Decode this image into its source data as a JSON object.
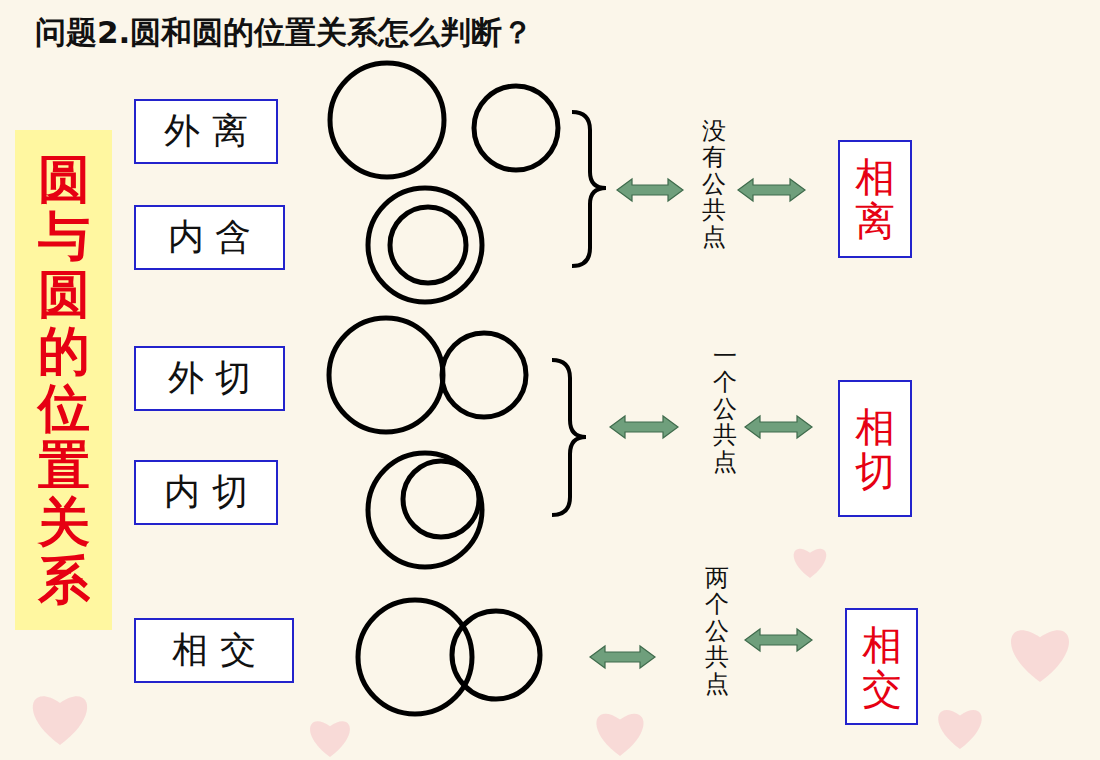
{
  "diagram": {
    "title": "问题2.圆和圆的位置关系怎么判断？",
    "nodes": [
      {
        "text": [
          "圆与圆的位置关系"
        ]
      },
      {
        "text": [
          "外 离"
        ]
      },
      {
        "text": [
          "内 含"
        ]
      },
      {
        "text": [
          "相离"
        ]
      },
      {
        "text": [
          "外 切"
        ]
      },
      {
        "text": [
          "内 切"
        ]
      },
      {
        "text": [
          "相切"
        ]
      },
      {
        "text": [
          "相 交"
        ]
      },
      {
        "text": [
          "相交"
        ]
      }
    ],
    "labels": [
      "没有公共点",
      "一个公共点",
      "两个公共点"
    ]
  }
}
